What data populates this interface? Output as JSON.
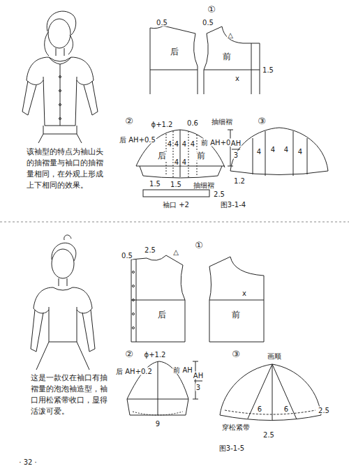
{
  "diagram": {
    "labels": [
      "该袖型的特点为袖山头的抽褶量与袖口的抽褶量相同，在外观上形成上下相同的效果。",
      "①",
      "0.5",
      "0.5",
      "△",
      "1.5",
      "后",
      "前",
      "x",
      "②",
      "ϕ+1.2",
      "0.6",
      "抽细褶",
      "后 AH+0.5",
      "前 AH+0.5",
      "后",
      "前",
      "4",
      "4",
      "4",
      "4",
      "4",
      "4",
      "AH",
      "3",
      "1.5",
      "1.5",
      "抽细褶",
      "2.5",
      "袖口 +2",
      "图3-1-4",
      "③",
      "4",
      "4",
      "4",
      "4",
      "1.2",
      "这是一款仅在袖口有抽褶量的泡泡袖造型，袖口用松紧带收口，显得活泼可爱。",
      "①",
      "2.5",
      "△",
      "0.5",
      "后",
      "前",
      "x",
      "②",
      "ϕ+1.2",
      "后 AH+0.2",
      "前 AH",
      "AH",
      "3",
      "9",
      "③",
      "画顺",
      "穿松紧带",
      "6",
      "6",
      "2.5",
      "2.5",
      "图3-1-5",
      "· 32 ·"
    ]
  }
}
